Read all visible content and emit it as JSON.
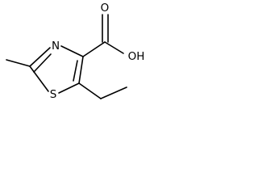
{
  "molecule": {
    "atoms": {
      "nitrogen": "N",
      "sulfur": "S",
      "carbonyl_oxygen": "O",
      "hydroxyl": "OH"
    }
  }
}
